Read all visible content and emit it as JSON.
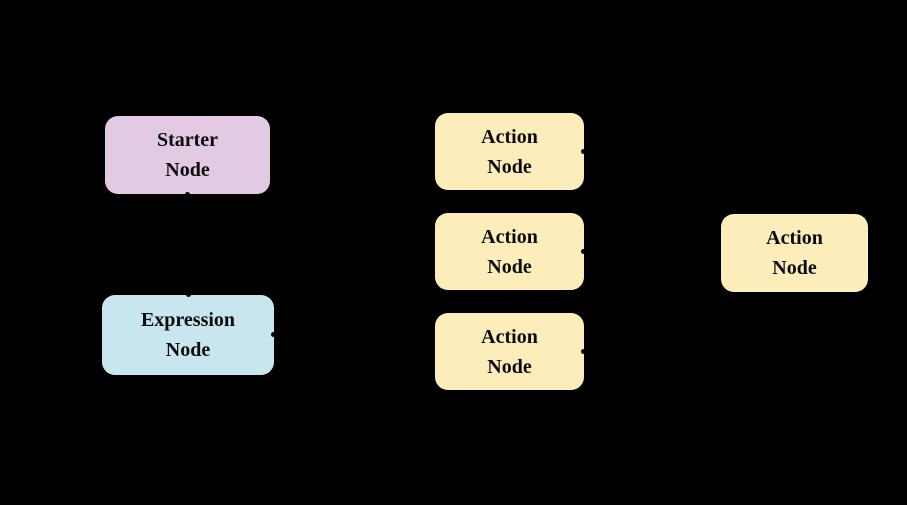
{
  "canvas": {
    "background_color": "#000000",
    "text_color": "#0b0b0b"
  },
  "diagram": {
    "nodes": [
      {
        "id": "starter-node",
        "label": "Starter\nNode",
        "fill": "#E2CBE2"
      },
      {
        "id": "expression-node",
        "label": "Expression\nNode",
        "fill": "#C9E6EF"
      },
      {
        "id": "action-node-1",
        "label": "Action\nNode",
        "fill": "#FCEDBB"
      },
      {
        "id": "action-node-2",
        "label": "Action\nNode",
        "fill": "#FCEDBB"
      },
      {
        "id": "action-node-3",
        "label": "Action\nNode",
        "fill": "#FCEDBB"
      },
      {
        "id": "action-node-right",
        "label": "Action\nNode",
        "fill": "#FCEDBB"
      }
    ],
    "connector_dot_color": "#000000"
  }
}
